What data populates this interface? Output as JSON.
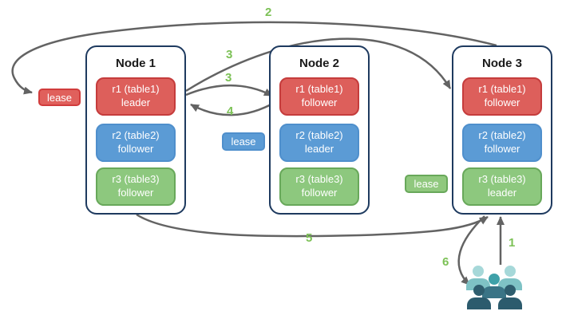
{
  "diagram": {
    "background_color": "#ffffff",
    "arrow_color": "#636363",
    "step_label_color": "#7cc156",
    "node_border_color": "#1e3a5f"
  },
  "nodes": [
    {
      "title": "Node 1",
      "replicas": [
        {
          "name": "r1 (table1)",
          "role": "leader",
          "color": "#dd5f5b"
        },
        {
          "name": "r2 (table2)",
          "role": "follower",
          "color": "#5b9bd5"
        },
        {
          "name": "r3 (table3)",
          "role": "follower",
          "color": "#8dc87e"
        }
      ]
    },
    {
      "title": "Node 2",
      "replicas": [
        {
          "name": "r1 (table1)",
          "role": "follower",
          "color": "#dd5f5b"
        },
        {
          "name": "r2 (table2)",
          "role": "leader",
          "color": "#5b9bd5"
        },
        {
          "name": "r3 (table3)",
          "role": "follower",
          "color": "#8dc87e"
        }
      ]
    },
    {
      "title": "Node 3",
      "replicas": [
        {
          "name": "r1 (table1)",
          "role": "follower",
          "color": "#dd5f5b"
        },
        {
          "name": "r2 (table2)",
          "role": "follower",
          "color": "#5b9bd5"
        },
        {
          "name": "r3 (table3)",
          "role": "leader",
          "color": "#8dc87e"
        }
      ]
    }
  ],
  "leases": [
    {
      "label": "lease",
      "color": "#e0605c"
    },
    {
      "label": "lease",
      "color": "#5b9bd5"
    },
    {
      "label": "lease",
      "color": "#90c87e"
    }
  ],
  "steps": [
    {
      "label": "2"
    },
    {
      "label": "3"
    },
    {
      "label": "3"
    },
    {
      "label": "4"
    },
    {
      "label": "5"
    },
    {
      "label": "6"
    },
    {
      "label": "1"
    }
  ],
  "users_icon": {
    "name": "users-group",
    "colors": {
      "back": "#7ec2c5",
      "middle": "#3a7486",
      "front": "#2c5b6d"
    }
  }
}
